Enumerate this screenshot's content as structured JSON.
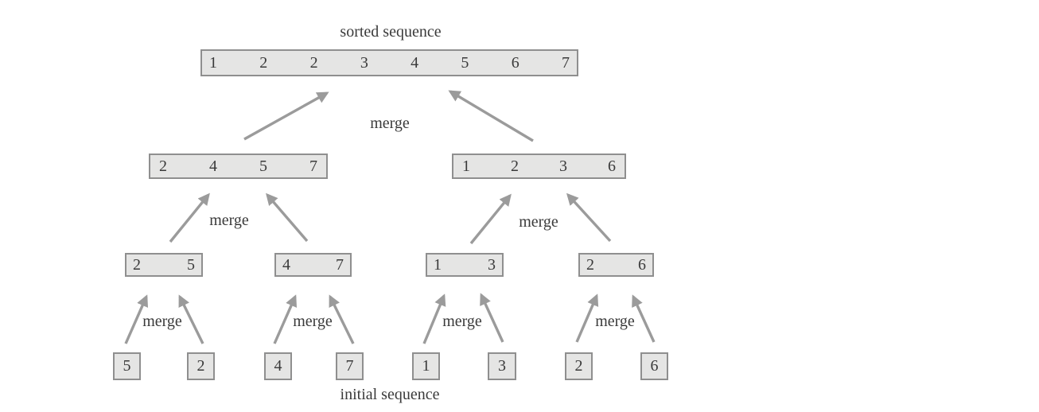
{
  "diagram": {
    "type": "merge-sort-tree",
    "top_label": "sorted sequence",
    "bottom_label": "initial sequence",
    "merge_label": "merge",
    "sorted": {
      "values": [
        "1",
        "2",
        "2",
        "3",
        "4",
        "5",
        "6",
        "7"
      ]
    },
    "runs4": [
      {
        "values": [
          "2",
          "4",
          "5",
          "7"
        ]
      },
      {
        "values": [
          "1",
          "2",
          "3",
          "6"
        ]
      }
    ],
    "runs2": [
      {
        "values": [
          "2",
          "5"
        ]
      },
      {
        "values": [
          "4",
          "7"
        ]
      },
      {
        "values": [
          "1",
          "3"
        ]
      },
      {
        "values": [
          "2",
          "6"
        ]
      }
    ],
    "initial": {
      "values": [
        "5",
        "2",
        "4",
        "7",
        "1",
        "3",
        "2",
        "6"
      ]
    },
    "colors": {
      "background": "#ffffff",
      "box_fill": "#e5e5e4",
      "box_border": "#8f8f8f",
      "arrow": "#9b9b9b",
      "text": "#3a3a3a"
    }
  }
}
